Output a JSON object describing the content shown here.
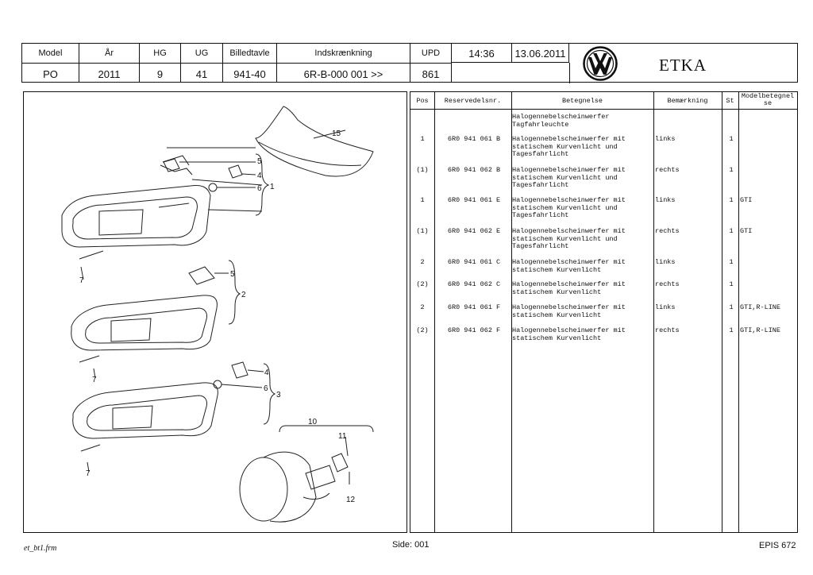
{
  "header": {
    "columns": [
      {
        "label": "Model",
        "value": "PO"
      },
      {
        "label": "År",
        "value": "2011"
      },
      {
        "label": "HG",
        "value": "9"
      },
      {
        "label": "UG",
        "value": "41"
      },
      {
        "label": "Billedtavle",
        "value": "941-40"
      },
      {
        "label": "Indskrænkning",
        "value": "6R-B-000 001 >>"
      },
      {
        "label": "UPD",
        "value": "861"
      }
    ],
    "time": "14:36",
    "date": "13.06.2011",
    "brand": "ETKA"
  },
  "table": {
    "headers": {
      "pos": "Pos",
      "part": "Reservedelsnr.",
      "desc": "Betegnelse",
      "bem": "Bemærkning",
      "st": "St",
      "mod": "Modelbetegnel se"
    },
    "intro": [
      "Halogennebelscheinwerfer",
      "Tagfahrleuchte"
    ],
    "rows": [
      {
        "pos": "1",
        "part": "6R0 941 061 B",
        "desc": [
          "Halogennebelscheinwerfer mit",
          "statischem Kurvenlicht und",
          "Tagesfahrlicht"
        ],
        "bem": "links",
        "st": "1",
        "mod": ""
      },
      {
        "pos": "(1)",
        "part": "6R0 941 062 B",
        "desc": [
          "Halogennebelscheinwerfer mit",
          "statischem Kurvenlicht und",
          "Tagesfahrlicht"
        ],
        "bem": "rechts",
        "st": "1",
        "mod": ""
      },
      {
        "pos": "1",
        "part": "6R0 941 061 E",
        "desc": [
          "Halogennebelscheinwerfer mit",
          "statischem Kurvenlicht und",
          "Tagesfahrlicht"
        ],
        "bem": "links",
        "st": "1",
        "mod": "GTI"
      },
      {
        "pos": "(1)",
        "part": "6R0 941 062 E",
        "desc": [
          "Halogennebelscheinwerfer mit",
          "statischem Kurvenlicht und",
          "Tagesfahrlicht"
        ],
        "bem": "rechts",
        "st": "1",
        "mod": "GTI"
      },
      {
        "pos": "2",
        "part": "6R0 941 061 C",
        "desc": [
          "Halogennebelscheinwerfer mit",
          "statischem Kurvenlicht"
        ],
        "bem": "links",
        "st": "1",
        "mod": ""
      },
      {
        "pos": "(2)",
        "part": "6R0 941 062 C",
        "desc": [
          "Halogennebelscheinwerfer mit",
          "statischem Kurvenlicht"
        ],
        "bem": "rechts",
        "st": "1",
        "mod": ""
      },
      {
        "pos": "2",
        "part": "6R0 941 061 F",
        "desc": [
          "Halogennebelscheinwerfer mit",
          "statischem Kurvenlicht"
        ],
        "bem": "links",
        "st": "1",
        "mod": "GTI,R-LINE"
      },
      {
        "pos": "(2)",
        "part": "6R0 941 062 F",
        "desc": [
          "Halogennebelscheinwerfer mit",
          "statischem Kurvenlicht"
        ],
        "bem": "rechts",
        "st": "1",
        "mod": "GTI,R-LINE"
      }
    ]
  },
  "diagram": {
    "callouts": [
      "15",
      "5",
      "4",
      "6",
      "1",
      "7",
      "5",
      "2",
      "7",
      "4",
      "6",
      "3",
      "7",
      "10",
      "11",
      "12"
    ]
  },
  "footer": {
    "left": "et_bt1.frm",
    "center": "Side: 001",
    "right": "EPIS 672"
  },
  "icons": {
    "logo": "vw-logo-icon"
  }
}
